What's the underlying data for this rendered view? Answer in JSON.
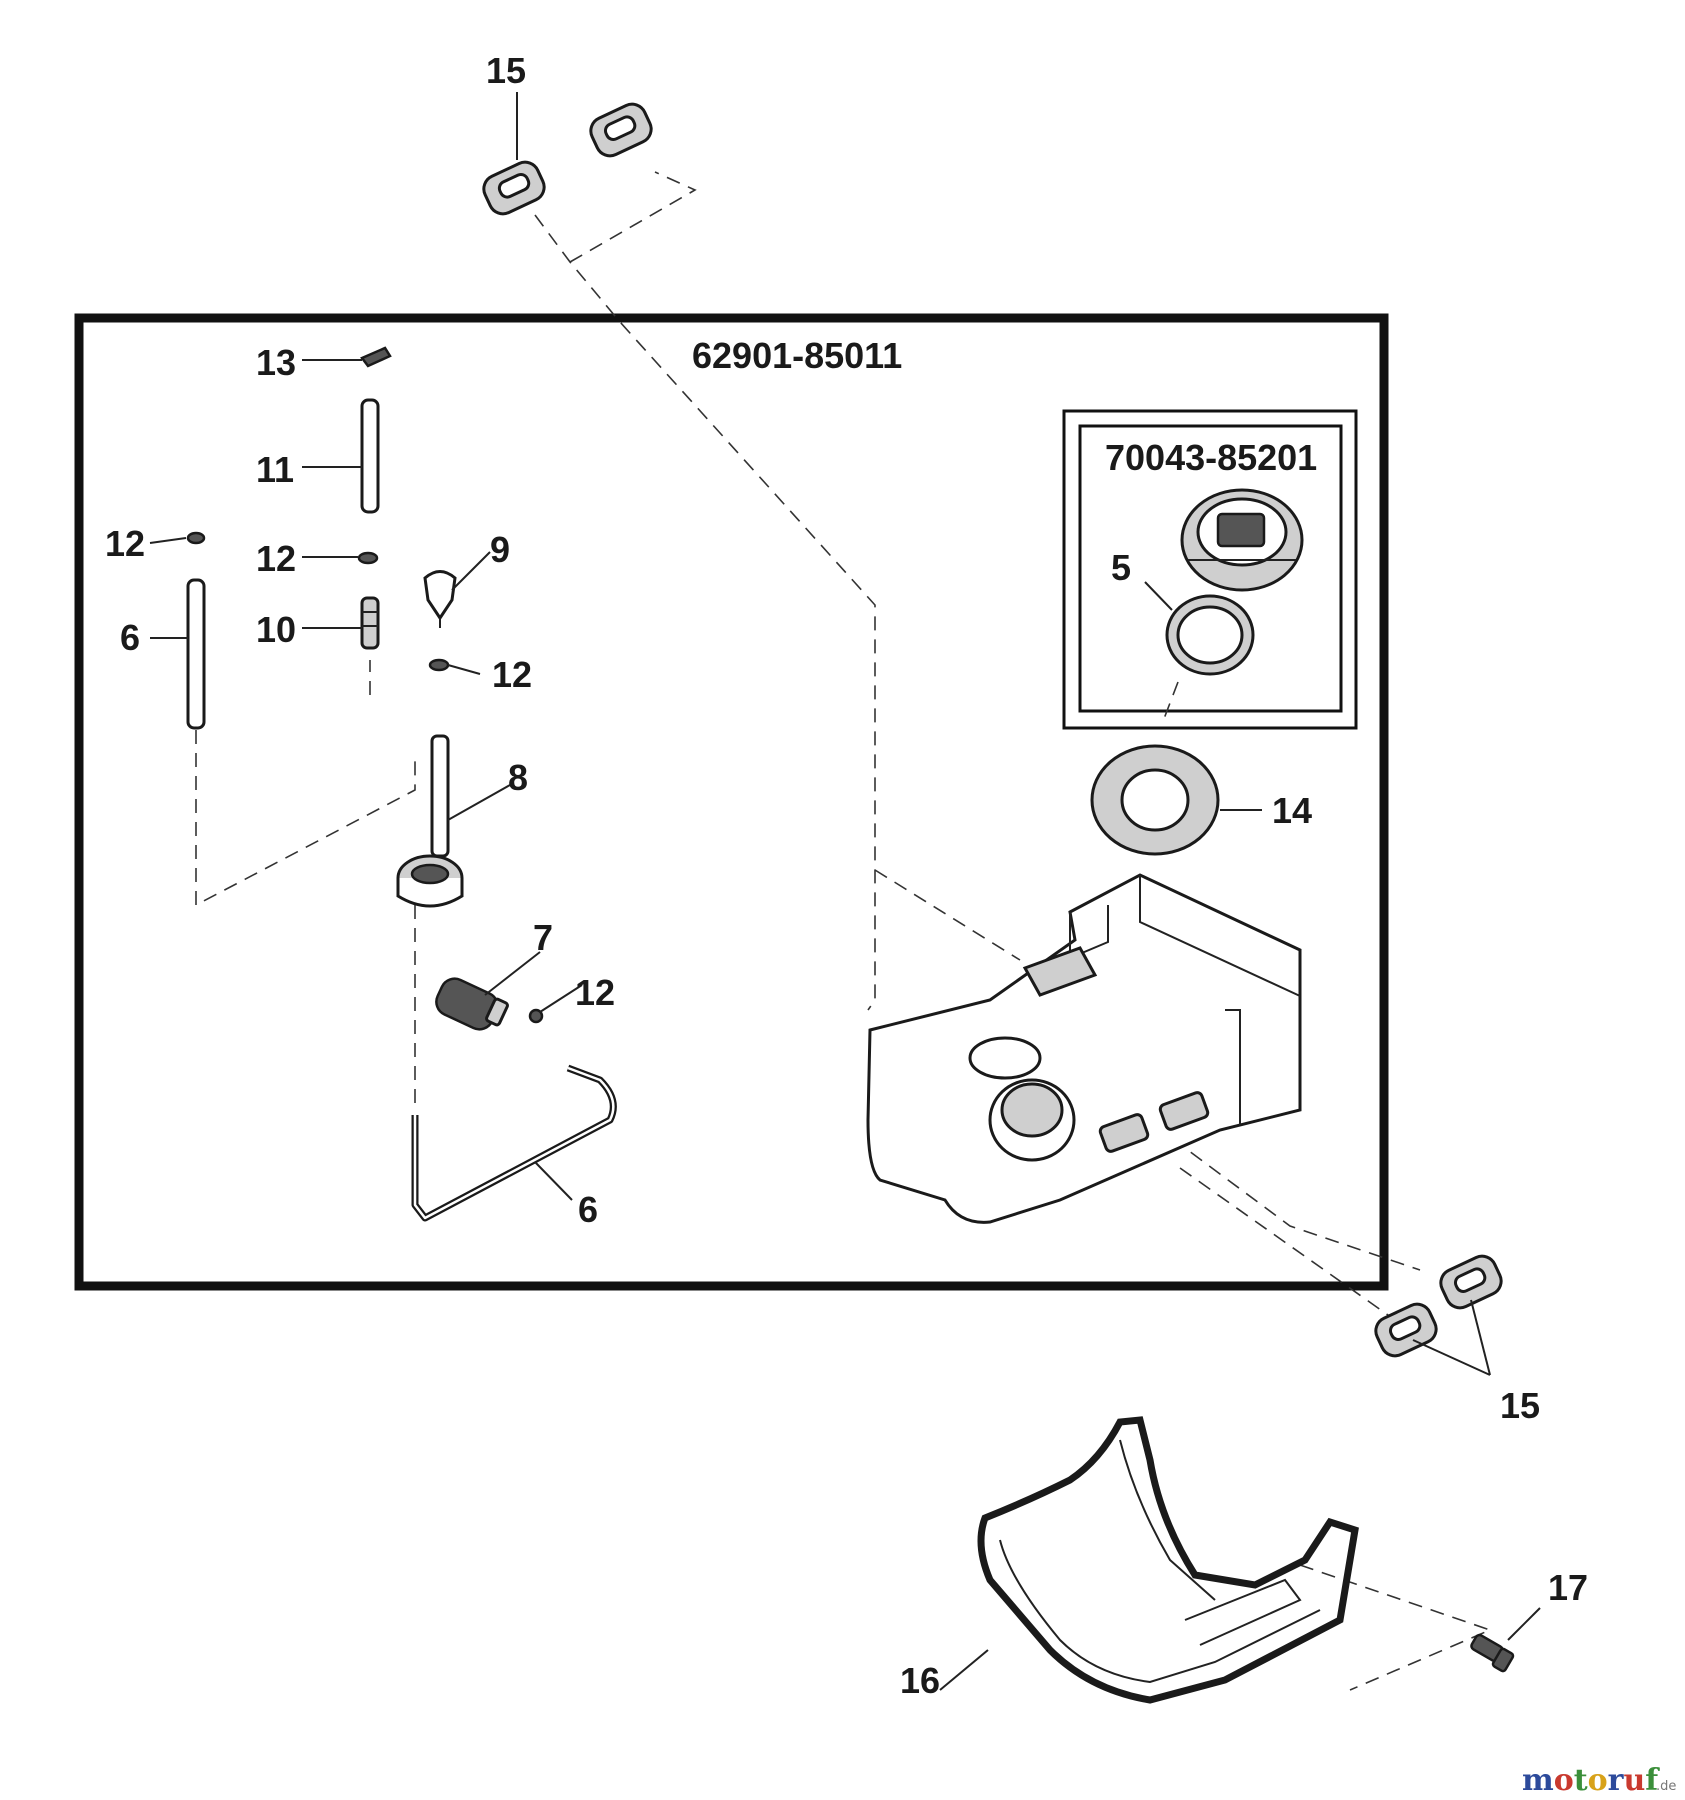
{
  "assemblies": {
    "main": "62901-85011",
    "cap": "70043-85201"
  },
  "callouts": {
    "c15_top": "15",
    "c13": "13",
    "c11": "11",
    "c12_left": "12",
    "c12_mid": "12",
    "c6_left": "6",
    "c10": "10",
    "c9": "9",
    "c12_right": "12",
    "c8": "8",
    "c7": "7",
    "c12_low": "12",
    "c6_bottom": "6",
    "c5": "5",
    "c14": "14",
    "c15_right": "15",
    "c17": "17",
    "c16": "16"
  },
  "watermark": {
    "letters": [
      "m",
      "o",
      "t",
      "o",
      "r",
      "u",
      "f"
    ],
    "colors": [
      "#2c4a9b",
      "#c93a2f",
      "#3b8f3a",
      "#d8a21a",
      "#2c4a9b",
      "#c93a2f",
      "#3b8f3a"
    ],
    "suffix": ".de"
  }
}
